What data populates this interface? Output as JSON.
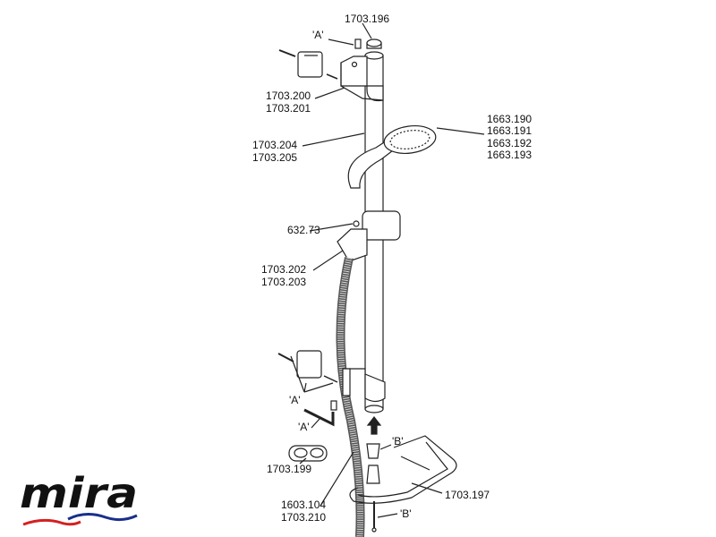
{
  "logo": {
    "text": "mira",
    "wave_colors": [
      "#d42020",
      "#1a2f8a"
    ]
  },
  "labels": {
    "end_cap": "1703.196",
    "screw_a_top": "'A'",
    "top_bracket": [
      "1703.200",
      "1703.201"
    ],
    "riser_rail": [
      "1703.204",
      "1703.205"
    ],
    "handset": [
      "1663.190",
      "1663.191",
      "1663.192",
      "1663.193"
    ],
    "slider_screw": "632.73",
    "slider": [
      "1703.202",
      "1703.203"
    ],
    "fixings_a": "'A'",
    "hex_key_a": "'A'",
    "insert_b": "'B'",
    "spacer": "1703.199",
    "soap_dish": "1703.197",
    "hose": [
      "1603.104",
      "1703.210"
    ],
    "screw_b": "'B'"
  }
}
